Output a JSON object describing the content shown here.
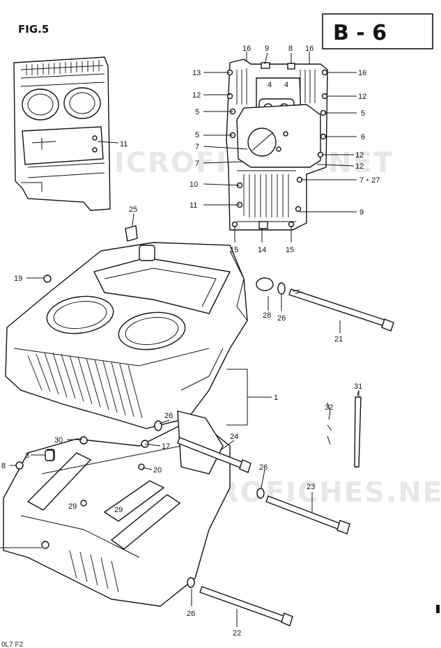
{
  "figure_label": "FIG.5",
  "sheet_code": "B - 6",
  "footer_code": "0L7 F2",
  "watermarks": [
    "MICROFICHES.NET",
    "MICROFICHES.NET"
  ],
  "callouts": [
    {
      "id": "inset-11",
      "text": "11"
    },
    {
      "id": "top-16a",
      "text": "16"
    },
    {
      "id": "top-9",
      "text": "9"
    },
    {
      "id": "top-8",
      "text": "8"
    },
    {
      "id": "top-16b",
      "text": "16"
    },
    {
      "id": "l-13",
      "text": "13"
    },
    {
      "id": "l-12",
      "text": "12"
    },
    {
      "id": "l-5a",
      "text": "5"
    },
    {
      "id": "l-5b",
      "text": "5"
    },
    {
      "id": "l-7a",
      "text": "7"
    },
    {
      "id": "l-7b",
      "text": "7"
    },
    {
      "id": "l-10",
      "text": "10"
    },
    {
      "id": "l-11",
      "text": "11"
    },
    {
      "id": "c-4a",
      "text": "4"
    },
    {
      "id": "c-4b",
      "text": "4"
    },
    {
      "id": "r-16",
      "text": "16"
    },
    {
      "id": "r-12a",
      "text": "12"
    },
    {
      "id": "r-5",
      "text": "5"
    },
    {
      "id": "r-6",
      "text": "6"
    },
    {
      "id": "r-12b",
      "text": "12"
    },
    {
      "id": "r-12c",
      "text": "12"
    },
    {
      "id": "r-727",
      "text": "7・27"
    },
    {
      "id": "r-9",
      "text": "9"
    },
    {
      "id": "b-15a",
      "text": "15"
    },
    {
      "id": "b-14",
      "text": "14"
    },
    {
      "id": "b-15b",
      "text": "15"
    },
    {
      "id": "p-25",
      "text": "25"
    },
    {
      "id": "p-19",
      "text": "19"
    },
    {
      "id": "p-28",
      "text": "28"
    },
    {
      "id": "p-26a",
      "text": "26"
    },
    {
      "id": "p-21",
      "text": "21"
    },
    {
      "id": "p-1",
      "text": "1"
    },
    {
      "id": "p-31",
      "text": "31"
    },
    {
      "id": "p-32",
      "text": "32"
    },
    {
      "id": "p-26b",
      "text": "26"
    },
    {
      "id": "p-30",
      "text": "30"
    },
    {
      "id": "p-17",
      "text": "17"
    },
    {
      "id": "p-24",
      "text": "24"
    },
    {
      "id": "p-3",
      "text": "3"
    },
    {
      "id": "p-8",
      "text": "8"
    },
    {
      "id": "p-20",
      "text": "20"
    },
    {
      "id": "p-26c",
      "text": "26"
    },
    {
      "id": "p-23",
      "text": "23"
    },
    {
      "id": "p-29a",
      "text": "29"
    },
    {
      "id": "p-29b",
      "text": "29"
    },
    {
      "id": "p-26d",
      "text": "26"
    },
    {
      "id": "p-22",
      "text": "22"
    }
  ]
}
